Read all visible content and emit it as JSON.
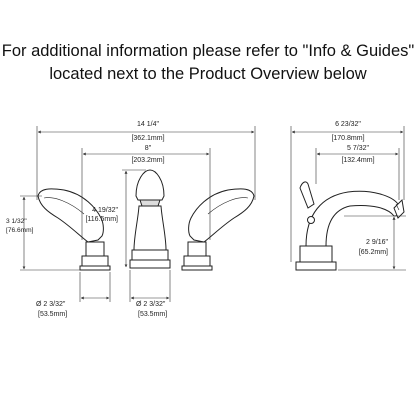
{
  "header": {
    "line1": "For additional information please refer to \"Info & Guides\"",
    "line2": "located next to the Product Overview below"
  },
  "front_view": {
    "overall_width": {
      "imperial": "14 1/4\"",
      "metric": "[362.1mm]"
    },
    "center_spread": {
      "imperial": "8\"",
      "metric": "[203.2mm]"
    },
    "spout_height": {
      "imperial": "4 19/32\"",
      "metric": "[116.5mm]"
    },
    "handle_height": {
      "imperial": "3 1/32\"",
      "metric": "[76.6mm]"
    },
    "handle_base_diameter": {
      "imperial": "Ø 2 3/32\"",
      "metric": "[53.5mm]"
    },
    "spout_base_diameter": {
      "imperial": "Ø 2 3/32\"",
      "metric": "[53.5mm]"
    }
  },
  "side_view": {
    "overall_depth": {
      "imperial": "6 23/32\"",
      "metric": "[170.8mm]"
    },
    "spout_reach": {
      "imperial": "5 7/32\"",
      "metric": "[132.4mm]"
    },
    "aerator_height": {
      "imperial": "2 9/16\"",
      "metric": "[65.2mm]"
    }
  },
  "colors": {
    "line": "#222222",
    "dimension": "#333333",
    "fill_light": "#f2f2f2"
  }
}
